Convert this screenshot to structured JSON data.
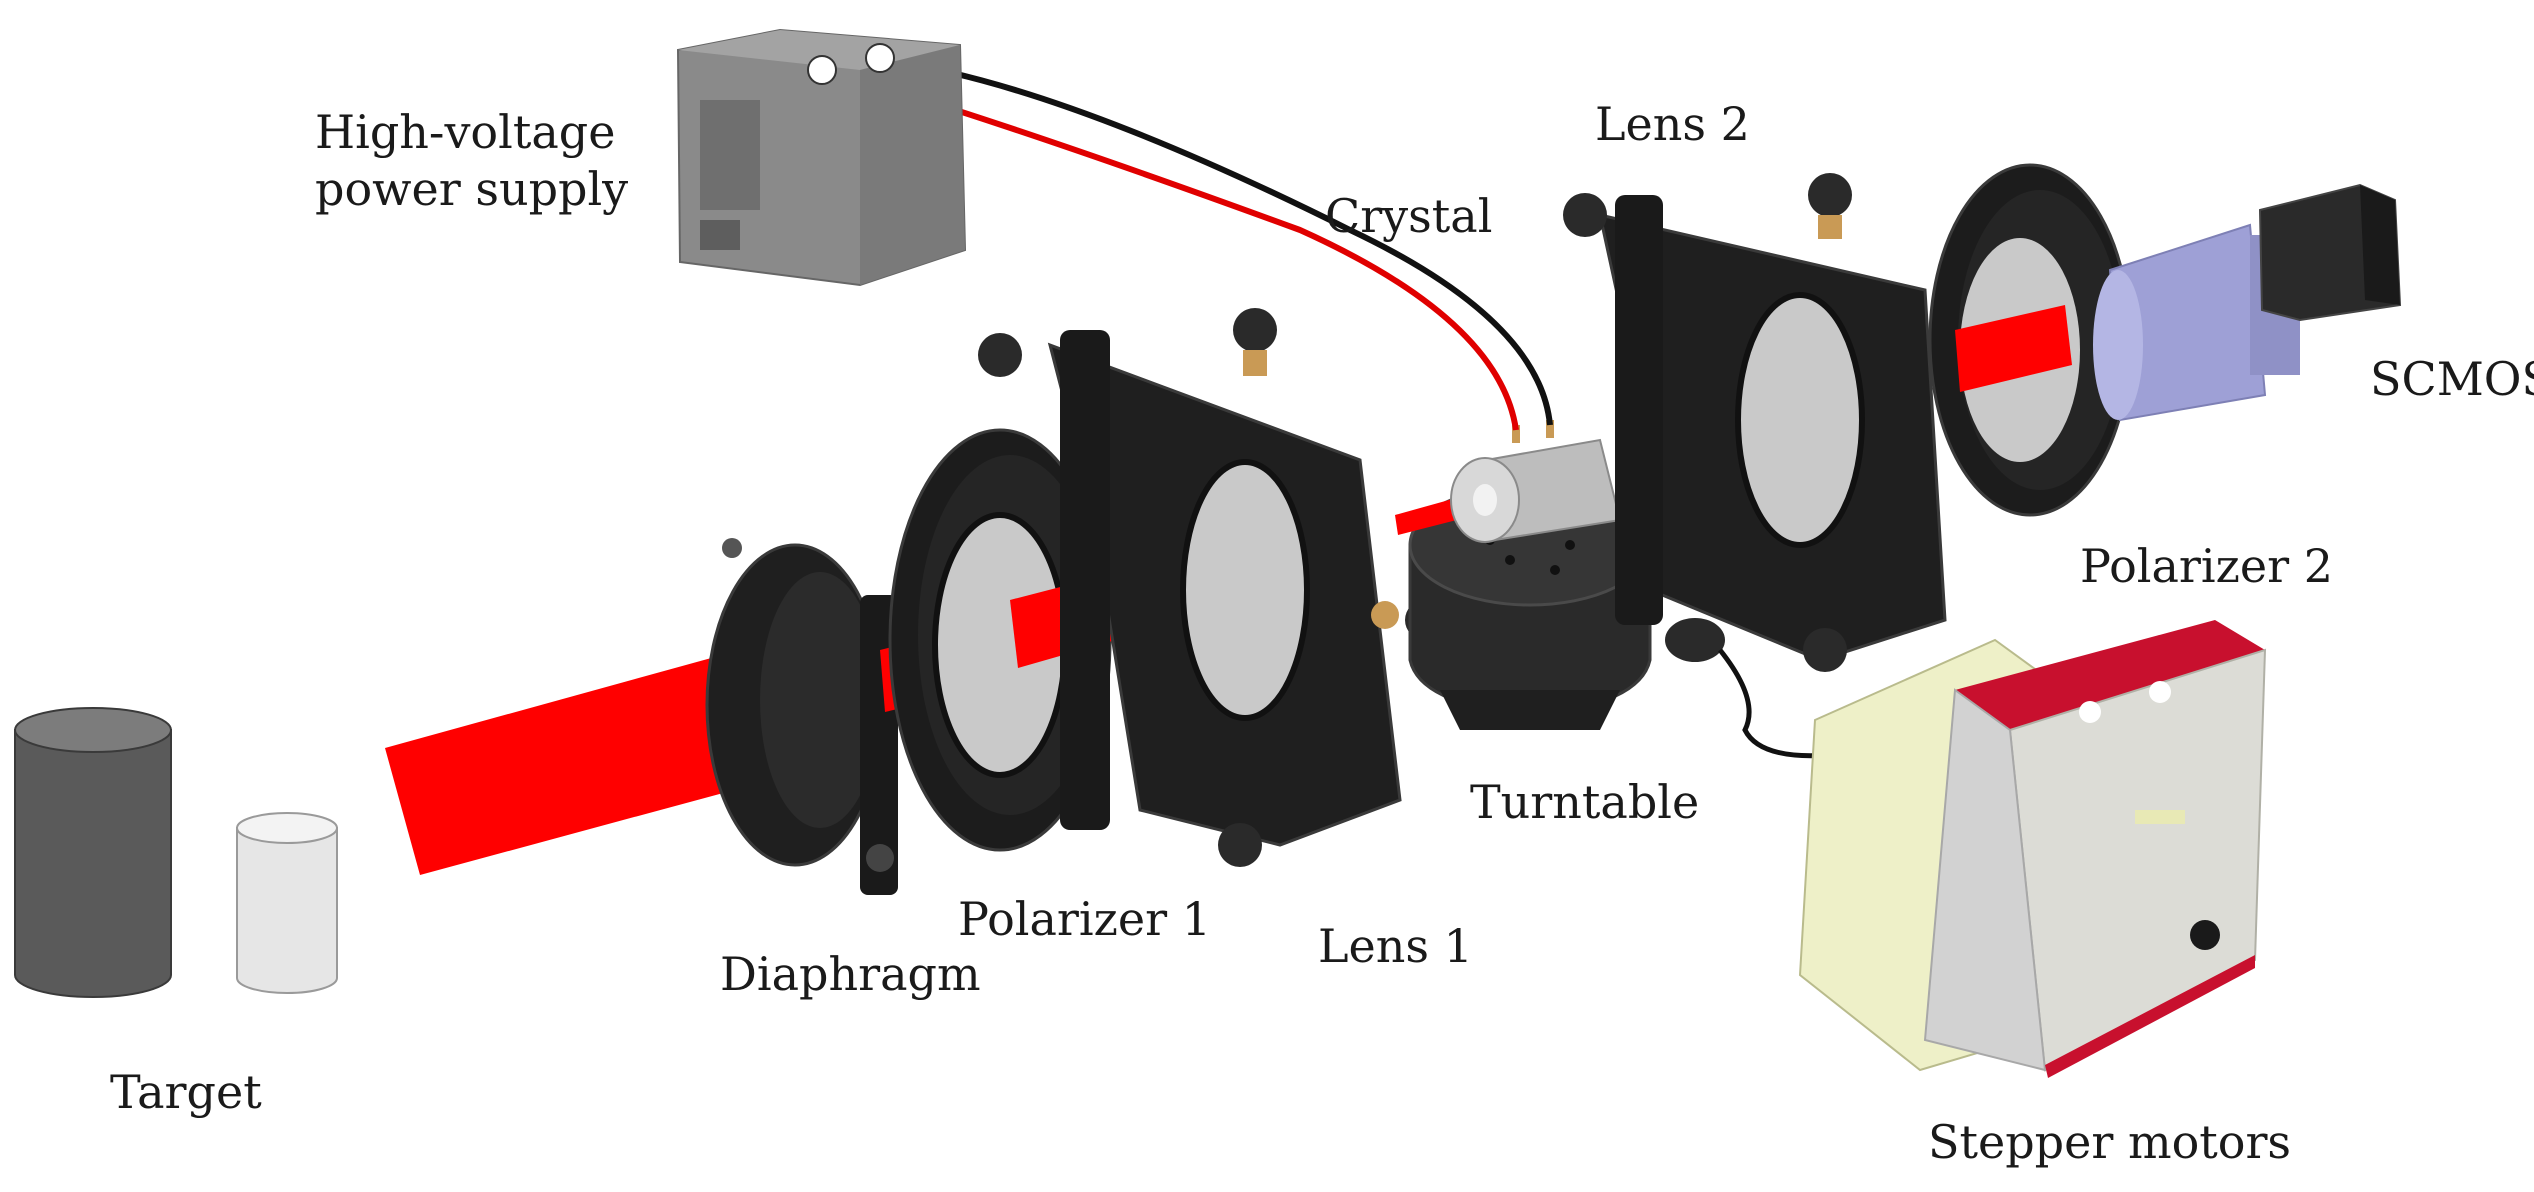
{
  "labels": {
    "power_supply_line1": "High-voltage",
    "power_supply_line2": "power supply",
    "crystal": "Crystal",
    "lens2": "Lens 2",
    "scmos": "SCMOS",
    "polarizer2": "Polarizer 2",
    "turntable": "Turntable",
    "stepper_motors": "Stepper motors",
    "lens1": "Lens 1",
    "polarizer1": "Polarizer 1",
    "diaphragm": "Diaphragm",
    "target": "Target"
  },
  "colors": {
    "beam": "#ff0000",
    "mount": "#1f1f1f",
    "mount_edge": "#3a3a3a",
    "optic_glass": "#c9c9c9",
    "power_supply": "#8a8a8a",
    "stepper_body": "#d2d2d2",
    "stepper_top": "#c8102e",
    "stepper_side": "#eef0c8",
    "camera_lens": "#9ea0d6",
    "wire_red": "#e00000",
    "wire_black": "#111111",
    "target_dark": "#5a5a5a",
    "target_light": "#e6e6e6"
  }
}
